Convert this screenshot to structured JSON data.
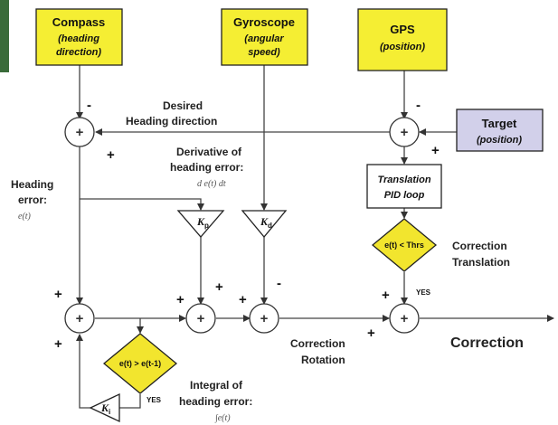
{
  "colors": {
    "sensor_fill": "#f5ee33",
    "target_fill": "#d2d0ea",
    "decision_fill": "#f2e52e",
    "line": "#444444",
    "corner_badge": "#3a6b3a"
  },
  "blocks": {
    "compass": {
      "title": "Compass",
      "sub1": "(heading",
      "sub2": "direction)"
    },
    "gyroscope": {
      "title": "Gyroscope",
      "sub1": "(angular",
      "sub2": "speed)"
    },
    "gps": {
      "title": "GPS",
      "sub1": "(position)"
    },
    "target": {
      "title": "Target",
      "sub1": "(position)"
    },
    "pid": {
      "line1": "Translation",
      "line2": "PID loop"
    }
  },
  "gains": {
    "kp": "K",
    "kp_sub": "p",
    "kd": "K",
    "kd_sub": "d",
    "ki": "K",
    "ki_sub": "i"
  },
  "decisions": {
    "translation": {
      "text": "e(t) < Thrs",
      "yes": "YES"
    },
    "rotation": {
      "text": "e(t) > e(t-1)",
      "yes": "YES"
    }
  },
  "labels": {
    "desired_1": "Desired",
    "desired_2": "Heading direction",
    "deriv_1": "Derivative of",
    "deriv_2": "heading error:",
    "deriv_expr": "d e(t) dt",
    "heading_err_1": "Heading",
    "heading_err_2": "error:",
    "heading_err_expr": "e(t)",
    "corr_trans_1": "Correction",
    "corr_trans_2": "Translation",
    "corr_rot_1": "Correction",
    "corr_rot_2": "Rotation",
    "correction": "Correction",
    "integral_1": "Integral of",
    "integral_2": "heading error:",
    "integral_expr": "∫e(t)"
  },
  "signs": {
    "plus": "+",
    "minus": "-"
  },
  "sum_symbol": "+"
}
